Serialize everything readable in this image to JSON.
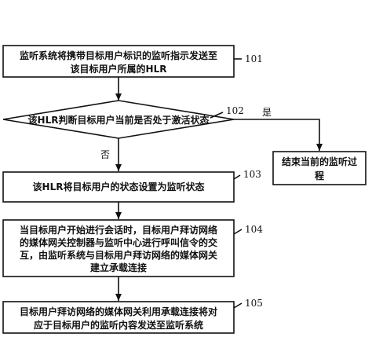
{
  "steps": {
    "s101": {
      "ref": "101",
      "line1": "监听系统将携带目标用户标识的监听指示发送至",
      "line2": "该目标用户所属的HLR"
    },
    "s102": {
      "ref": "102",
      "text": "该HLR判断目标用户当前是否处于激活状态",
      "yes_label": "是",
      "no_label": "否"
    },
    "end": {
      "line1": "结束当前的监听过",
      "line2": "程"
    },
    "s103": {
      "ref": "103",
      "text": "该HLR将目标用户的状态设置为监听状态"
    },
    "s104": {
      "ref": "104",
      "line1": "当目标用户开始进行会话时，目标用户拜访网络",
      "line2": "的媒体网关控制器与监听中心进行呼叫信令的交",
      "line3": "互，由监听系统与目标用户拜访网络的媒体网关",
      "line4": "建立承载连接"
    },
    "s105": {
      "ref": "105",
      "line1": "目标用户拜访网络的媒体网关利用承载连接将对",
      "line2": "应于目标用户的监听内容发送至监听系统"
    }
  }
}
